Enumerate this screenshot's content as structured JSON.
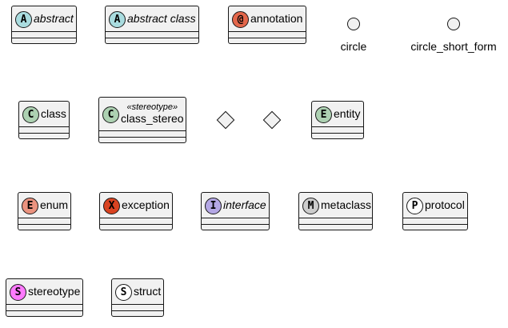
{
  "nodes": [
    {
      "id": "abstract",
      "name": "abstract",
      "badge": "A",
      "badge_color": "#A9DCDF",
      "italic": true
    },
    {
      "id": "abstract-class",
      "name": "abstract class",
      "badge": "A",
      "badge_color": "#A9DCDF",
      "italic": true
    },
    {
      "id": "annotation",
      "name": "annotation",
      "badge": "@",
      "badge_color": "#E3664A",
      "italic": false
    },
    {
      "id": "class",
      "name": "class",
      "badge": "C",
      "badge_color": "#ADD1B2",
      "italic": false
    },
    {
      "id": "class-stereo",
      "name": "class_stereo",
      "badge": "C",
      "badge_color": "#ADD1B2",
      "italic": false,
      "stereotype": "«stereotype»"
    },
    {
      "id": "entity",
      "name": "entity",
      "badge": "E",
      "badge_color": "#ADD1B2",
      "italic": false
    },
    {
      "id": "enum",
      "name": "enum",
      "badge": "E",
      "badge_color": "#EB937F",
      "italic": false
    },
    {
      "id": "exception",
      "name": "exception",
      "badge": "X",
      "badge_color": "#D94321",
      "italic": false
    },
    {
      "id": "interface",
      "name": "interface",
      "badge": "I",
      "badge_color": "#B4A7E5",
      "italic": true
    },
    {
      "id": "metaclass",
      "name": "metaclass",
      "badge": "M",
      "badge_color": "#CCCCCC",
      "italic": false
    },
    {
      "id": "protocol",
      "name": "protocol",
      "badge": "P",
      "badge_color": "#FFFFFF",
      "italic": false
    },
    {
      "id": "stereotype",
      "name": "stereotype",
      "badge": "S",
      "badge_color": "#FF7AFF",
      "italic": false
    },
    {
      "id": "struct",
      "name": "struct",
      "badge": "S",
      "badge_color": "#FFFFFF",
      "italic": false
    }
  ],
  "circles": [
    {
      "id": "circle",
      "label": "circle"
    },
    {
      "id": "circle-short-form",
      "label": "circle_short_form"
    }
  ],
  "diamonds": [
    {
      "id": "diamond-1"
    },
    {
      "id": "diamond-2"
    }
  ]
}
